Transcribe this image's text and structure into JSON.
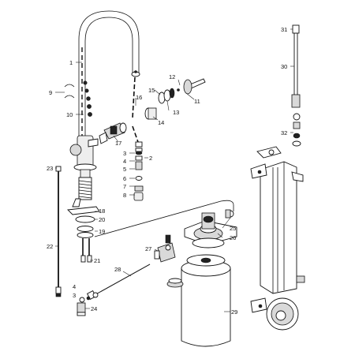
{
  "diagram": {
    "callouts": [
      "1",
      "2",
      "3",
      "4",
      "5",
      "6",
      "7",
      "8",
      "9",
      "10",
      "11",
      "12",
      "13",
      "14",
      "15",
      "16",
      "17",
      "18",
      "19",
      "20",
      "21",
      "22",
      "23",
      "24",
      "25",
      "26",
      "27",
      "28",
      "29",
      "30",
      "31",
      "32"
    ],
    "callouts_left_lower": [
      "4",
      "3"
    ]
  }
}
